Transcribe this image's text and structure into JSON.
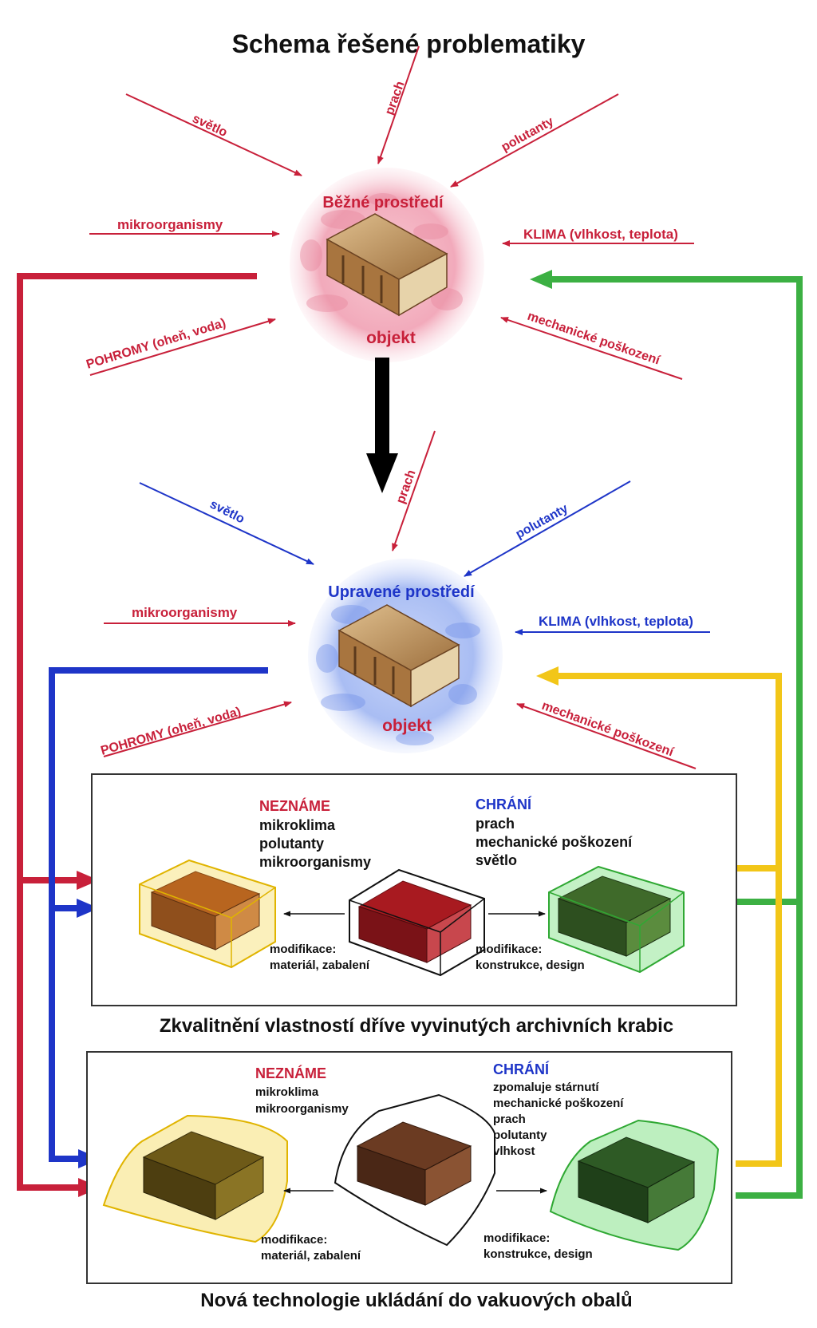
{
  "title": "Schema řešené problematiky",
  "colors": {
    "red": "#c8203a",
    "blue": "#1e35c8",
    "green": "#3cb043",
    "yellow": "#f2c618",
    "black": "#111111"
  },
  "top": {
    "environment": "Běžné prostředí",
    "object": "objekt",
    "factors": {
      "light": "světlo",
      "dust": "prach",
      "pollutants": "polutanty",
      "microorganisms": "mikroorganismy",
      "climate": "KLIMA (vlhkost, teplota)",
      "disasters": "POHROMY (oheň, voda)",
      "mechanical": "mechanické poškození"
    }
  },
  "middle": {
    "environment": "Upravené prostředí",
    "object": "objekt",
    "factors": {
      "light": "světlo",
      "dust": "prach",
      "pollutants": "polutanty",
      "microorganisms": "mikroorganismy",
      "climate": "KLIMA (vlhkost, teplota)",
      "disasters": "POHROMY (oheň, voda)",
      "mechanical": "mechanické poškození"
    }
  },
  "box1": {
    "unknown_title": "NEZNÁME",
    "unknown_items": [
      "mikroklima",
      "polutanty",
      "mikroorganismy"
    ],
    "protects_title": "CHRÁNÍ",
    "protects_items": [
      "prach",
      "mechanické poškození",
      "světlo"
    ],
    "mod_left": [
      "modifikace:",
      "materiál, zabalení"
    ],
    "mod_right": [
      "modifikace:",
      "konstrukce, design"
    ],
    "caption": "Zkvalitnění vlastností dříve vyvinutých archivních krabic"
  },
  "box2": {
    "unknown_title": "NEZNÁME",
    "unknown_items": [
      "mikroklima",
      "mikroorganismy"
    ],
    "protects_title": "CHRÁNÍ",
    "protects_items": [
      "zpomaluje stárnutí",
      "mechanické poškození",
      "prach",
      "polutanty",
      "vlhkost"
    ],
    "mod_left": [
      "modifikace:",
      "materiál, zabalení"
    ],
    "mod_right": [
      "modifikace:",
      "konstrukce, design"
    ],
    "caption": "Nová technologie ukládání do vakuových obalů"
  }
}
